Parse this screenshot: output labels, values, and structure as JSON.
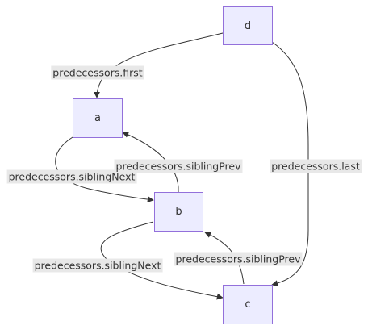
{
  "nodes": {
    "d": "d",
    "a": "a",
    "b": "b",
    "c": "c"
  },
  "edges": {
    "d_a": "predecessors.first",
    "d_c": "predecessors.last",
    "a_b": "predecessors.siblingNext",
    "b_a": "predecessors.siblingPrev",
    "b_c": "predecessors.siblingNext",
    "c_b": "predecessors.siblingPrev"
  },
  "colors": {
    "node_fill": "#ECECFF",
    "node_border": "#9370DB",
    "edge_stroke": "#333333",
    "label_background": "#e8e8e8"
  }
}
